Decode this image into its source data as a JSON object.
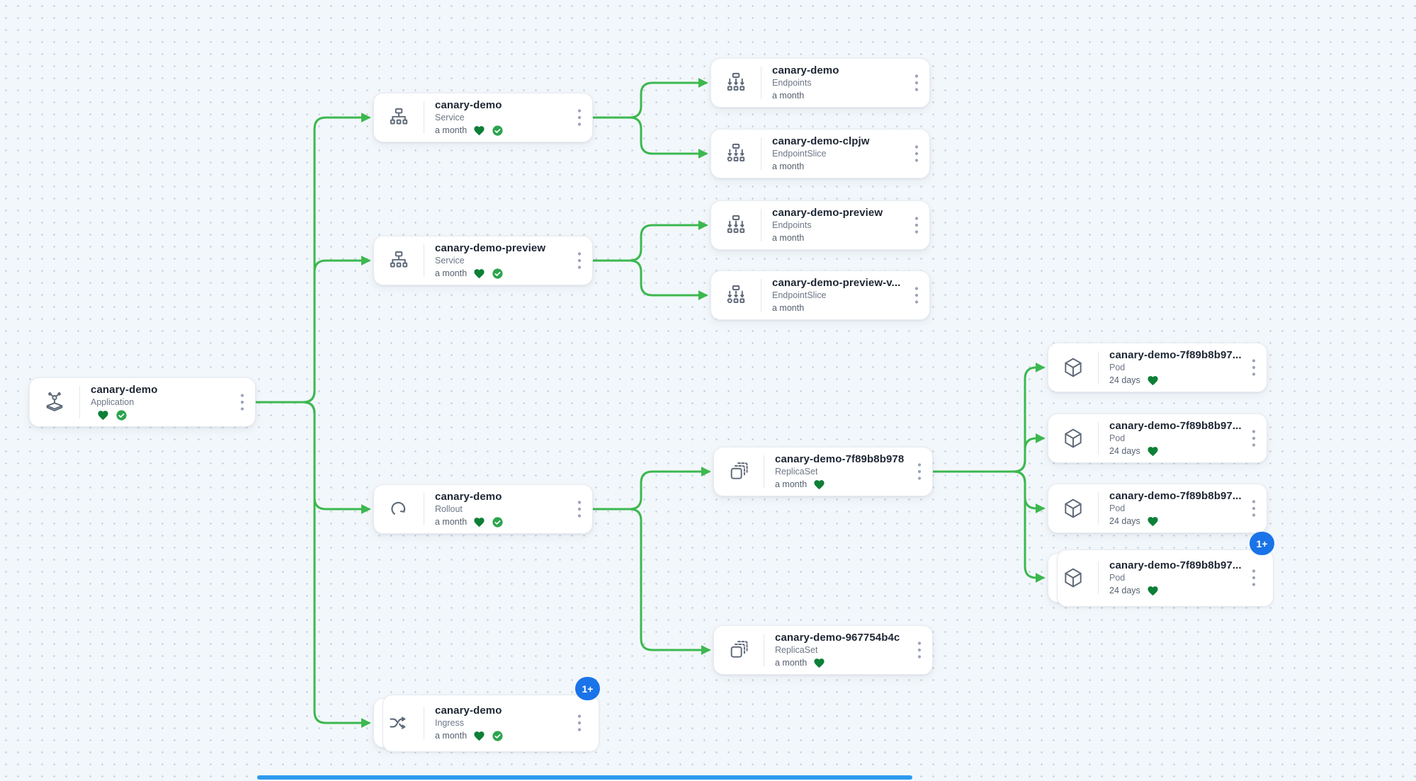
{
  "app_view": "resource-tree",
  "colors": {
    "edge": "#3cb84f",
    "badge_blue": "#1a73e8",
    "heart_green": "#0d7f36",
    "check_green": "#2da44e",
    "background": "#f2f7fb"
  },
  "nodes": [
    {
      "title": "canary-demo",
      "kind": "Application",
      "age": "",
      "icon": "application-icon",
      "statuses": [
        "healthy",
        "synced"
      ]
    },
    {
      "title": "canary-demo",
      "kind": "Service",
      "age": "a month",
      "icon": "service-icon",
      "statuses": [
        "healthy",
        "synced"
      ]
    },
    {
      "title": "canary-demo-preview",
      "kind": "Service",
      "age": "a month",
      "icon": "service-icon",
      "statuses": [
        "healthy",
        "synced"
      ]
    },
    {
      "title": "canary-demo",
      "kind": "Rollout",
      "age": "a month",
      "icon": "rollout-icon",
      "statuses": [
        "healthy",
        "synced"
      ]
    },
    {
      "title": "canary-demo",
      "kind": "Ingress",
      "age": "a month",
      "icon": "ingress-icon",
      "statuses": [
        "healthy",
        "synced"
      ],
      "badge": "1+"
    },
    {
      "title": "canary-demo",
      "kind": "Endpoints",
      "age": "a month",
      "icon": "endpoints-icon",
      "statuses": []
    },
    {
      "title": "canary-demo-clpjw",
      "kind": "EndpointSlice",
      "age": "a month",
      "icon": "endpointslice-icon",
      "statuses": []
    },
    {
      "title": "canary-demo-preview",
      "kind": "Endpoints",
      "age": "a month",
      "icon": "endpoints-icon",
      "statuses": []
    },
    {
      "title": "canary-demo-preview-v...",
      "kind": "EndpointSlice",
      "age": "a month",
      "icon": "endpointslice-icon",
      "statuses": []
    },
    {
      "title": "canary-demo-7f89b8b978",
      "kind": "ReplicaSet",
      "age": "a month",
      "icon": "replicaset-icon",
      "statuses": [
        "healthy"
      ]
    },
    {
      "title": "canary-demo-967754b4c",
      "kind": "ReplicaSet",
      "age": "a month",
      "icon": "replicaset-icon",
      "statuses": [
        "healthy"
      ]
    },
    {
      "title": "canary-demo-7f89b8b97...",
      "kind": "Pod",
      "age": "24 days",
      "icon": "pod-icon",
      "statuses": [
        "healthy"
      ]
    },
    {
      "title": "canary-demo-7f89b8b97...",
      "kind": "Pod",
      "age": "24 days",
      "icon": "pod-icon",
      "statuses": [
        "healthy"
      ]
    },
    {
      "title": "canary-demo-7f89b8b97...",
      "kind": "Pod",
      "age": "24 days",
      "icon": "pod-icon",
      "statuses": [
        "healthy"
      ]
    },
    {
      "title": "canary-demo-7f89b8b97...",
      "kind": "Pod",
      "age": "24 days",
      "icon": "pod-icon",
      "statuses": [
        "healthy"
      ],
      "badge": "1+"
    }
  ]
}
